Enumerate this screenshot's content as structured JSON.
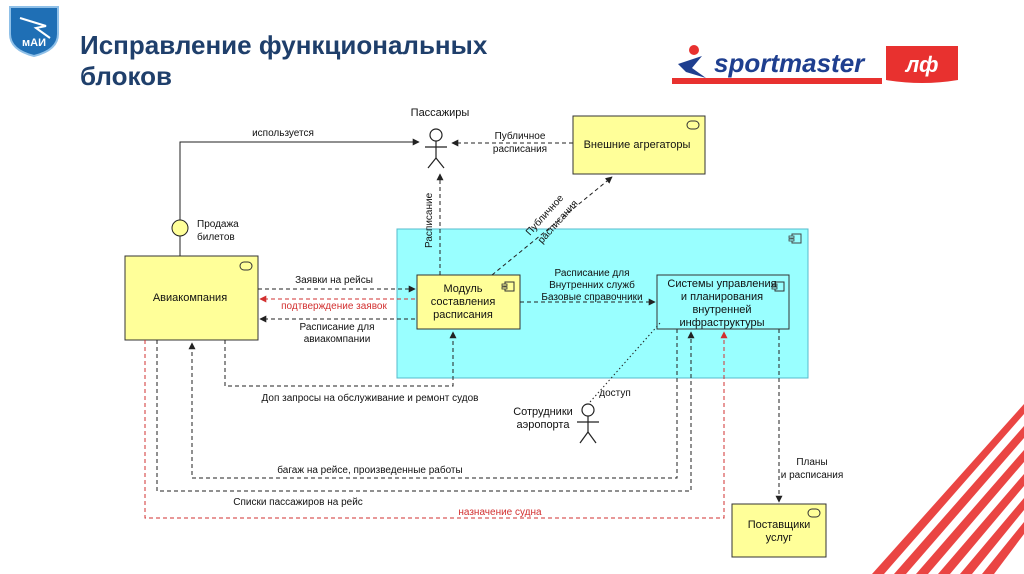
{
  "title": {
    "line1": "Исправление функциональных",
    "line2": "блоков"
  },
  "logos": {
    "mai_text": "мАИ",
    "sportmaster_text": "sportmaster",
    "right_badge_text": "лф"
  },
  "colors": {
    "title": "#1f3f6b",
    "node_fill": "#ffff99",
    "cyan_box": "#99ffff",
    "red_accent": "#e8312f",
    "dark_red": "#c0262d"
  },
  "diagram": {
    "actors": {
      "passengers": "Пассажиры",
      "staff_line1": "Сотрудники",
      "staff_line2": "аэропорта"
    },
    "nodes": {
      "airline": "Авиакомпания",
      "aggregators": "Внешние агрегаторы",
      "module_line1": "Модуль",
      "module_line2": "составления",
      "module_line3": "расписания",
      "systems_line1": "Системы управления",
      "systems_line2": "и планирования",
      "systems_line3": "внутренней",
      "systems_line4": "инфраструктуры",
      "suppliers_line1": "Поставщики",
      "suppliers_line2": "услуг"
    },
    "interface": {
      "sales_line1": "Продажа",
      "sales_line2": "билетов"
    },
    "labels": {
      "used": "используется",
      "public_line1": "Публичное",
      "public_line2": "расписания",
      "schedule_vertical": "Расписание",
      "public_diag_line1": "Публичное",
      "public_diag_line2": "расписания",
      "flight_requests": "Заявки на рейсы",
      "request_confirm": "подтверждение заявок",
      "airline_sched_line1": "Расписание для",
      "airline_sched_line2": "авиакомпании",
      "internal_line1": "Расписание для",
      "internal_line2": "Внутренних служб",
      "internal_line3": "Базовые справочники",
      "extra_requests": "Доп запросы на обслуживание  и ремонт судов",
      "access": "доступ",
      "baggage": "багаж на рейсе, произведенные работы",
      "passenger_lists": "Списки пассажиров на рейс",
      "vessel_assign": "назначение судна",
      "plans_line1": "Планы",
      "plans_line2": "и расписания"
    }
  }
}
